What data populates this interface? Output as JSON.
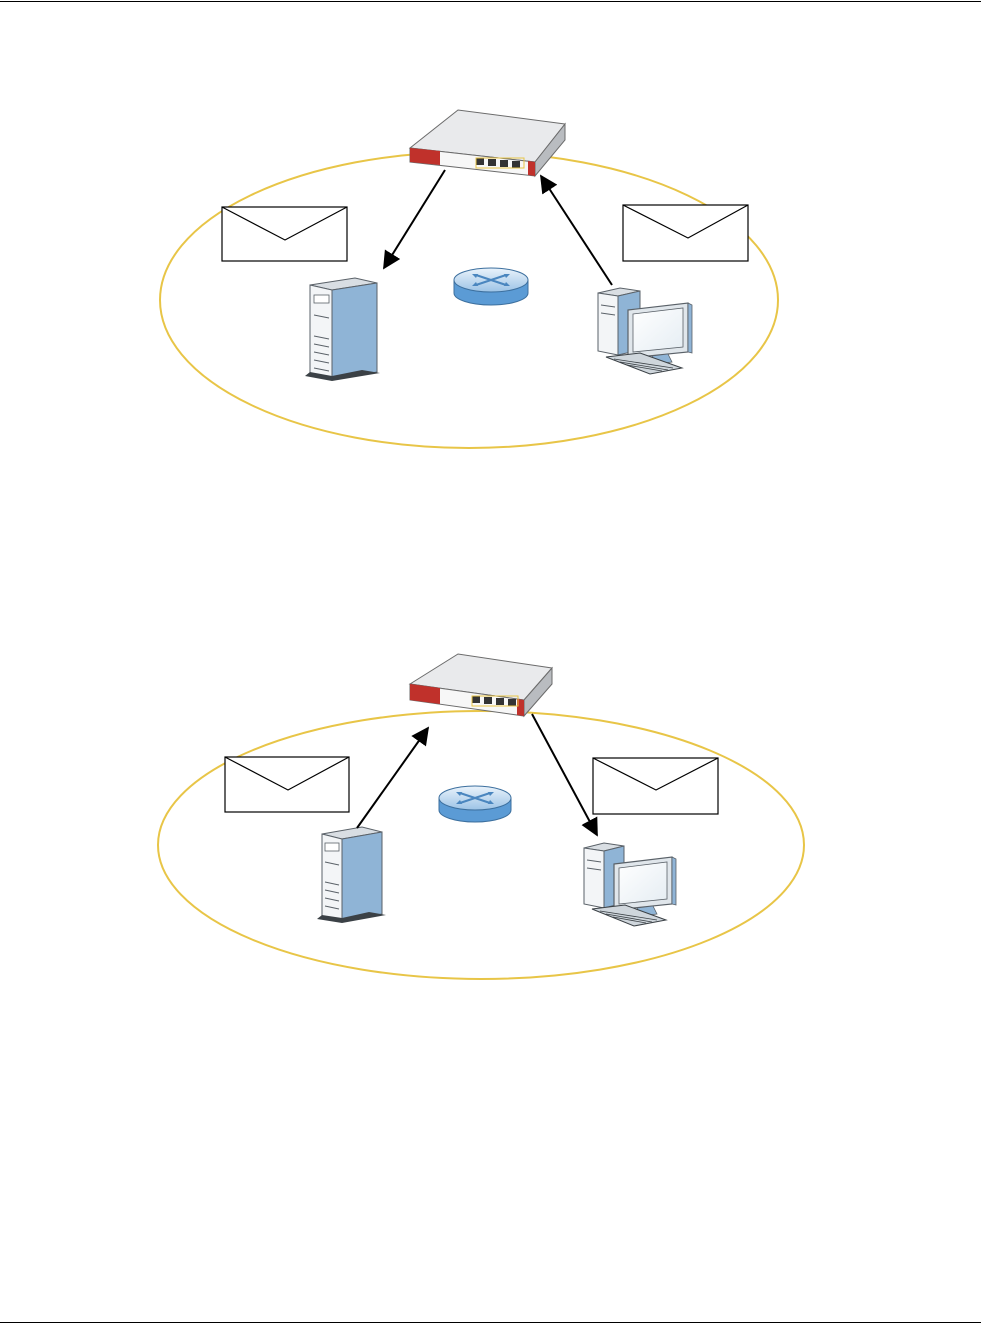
{
  "diagrams": [
    {
      "id": "figure-1",
      "nodes": [
        "zywall-device",
        "lan-switch",
        "server",
        "client-pc",
        "email-message-left",
        "email-message-right"
      ],
      "edges": [
        {
          "from": "zywall-device",
          "to": "server",
          "label": ""
        },
        {
          "from": "client-pc",
          "to": "zywall-device",
          "label": ""
        }
      ],
      "colors": {
        "network_ellipse": "#E8C547",
        "device_red": "#C0312B",
        "switch_blue": "#5B9BD5"
      },
      "icons": [
        "firewall-device-icon",
        "switch-icon",
        "server-tower-icon",
        "desktop-computer-icon",
        "envelope-icon"
      ]
    },
    {
      "id": "figure-2",
      "nodes": [
        "zywall-device",
        "lan-switch",
        "server",
        "client-pc",
        "email-message-left",
        "email-message-right"
      ],
      "edges": [
        {
          "from": "server",
          "to": "zywall-device",
          "label": ""
        },
        {
          "from": "zywall-device",
          "to": "client-pc",
          "label": ""
        }
      ],
      "colors": {
        "network_ellipse": "#E8C547",
        "device_red": "#C0312B",
        "switch_blue": "#5B9BD5"
      },
      "icons": [
        "firewall-device-icon",
        "switch-icon",
        "server-tower-icon",
        "desktop-computer-icon",
        "envelope-icon"
      ]
    }
  ]
}
